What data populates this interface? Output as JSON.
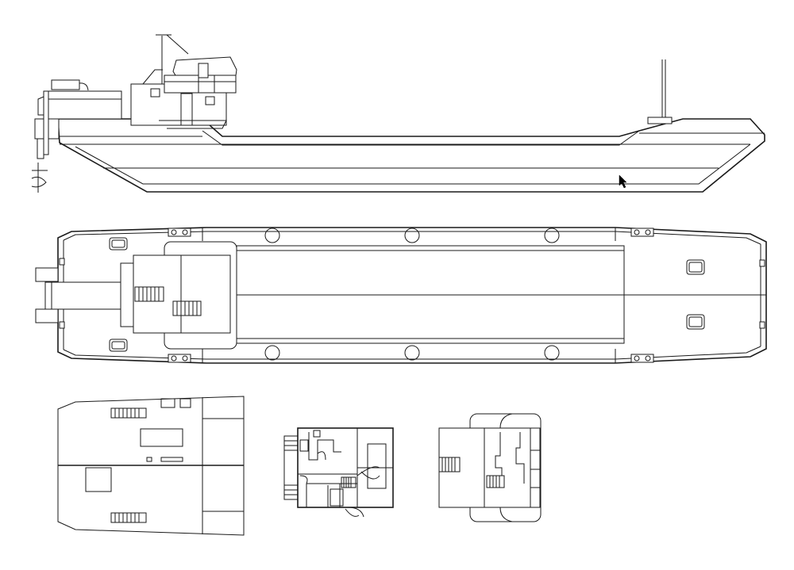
{
  "drawing": {
    "subject": "cargo-barge-general-arrangement",
    "views": [
      "side-elevation",
      "deck-plan",
      "main-deck-plan",
      "accommodation-plan",
      "wheelhouse-plan"
    ],
    "colors": {
      "stroke": "#1a1a1a",
      "background": "#ffffff"
    }
  },
  "cursor": {
    "icon": "arrow-cursor-icon"
  }
}
